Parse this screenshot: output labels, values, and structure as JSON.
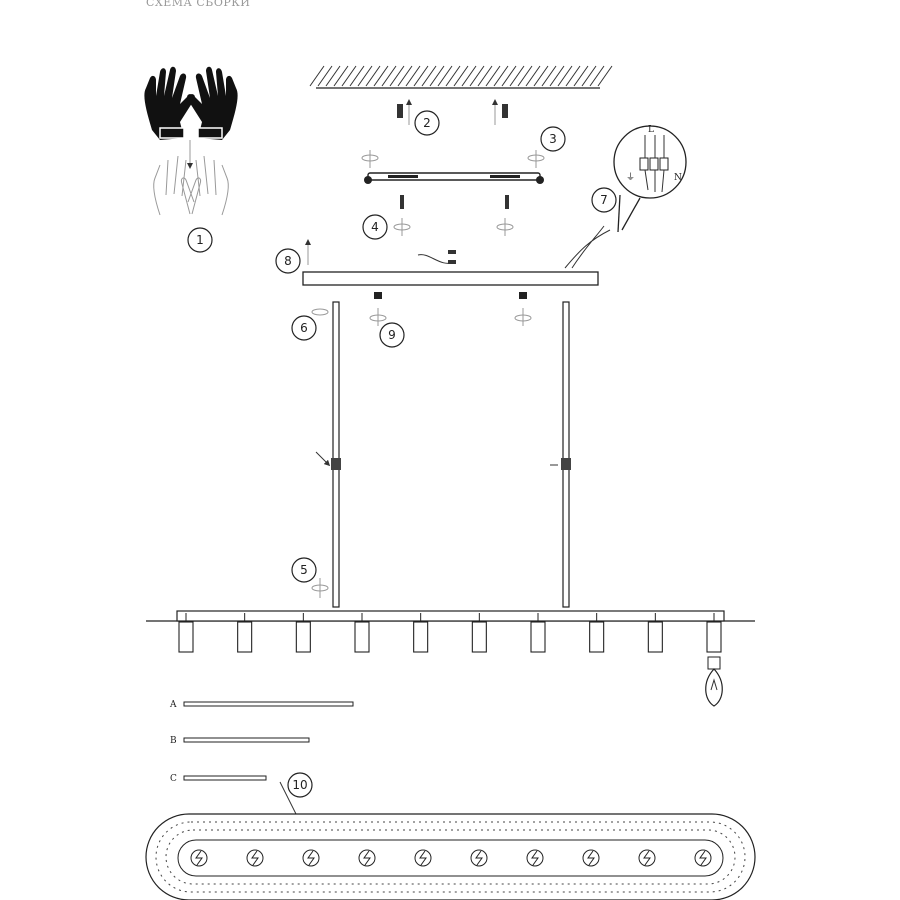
{
  "header": {
    "title": "СХЕМА СБОРКИ"
  },
  "steps": [
    "1",
    "2",
    "3",
    "4",
    "5",
    "6",
    "7",
    "8",
    "9",
    "10"
  ],
  "parts": [
    "A",
    "B",
    "C"
  ],
  "wiring": {
    "phase": "L",
    "earth": "⏚",
    "neutral": "N"
  },
  "counts": {
    "shades": 10,
    "crystal_sockets": 10
  }
}
